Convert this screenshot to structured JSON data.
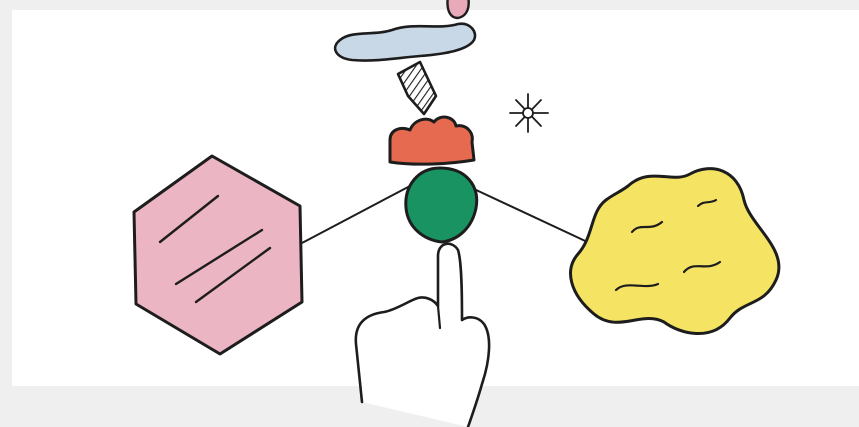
{
  "illustration": {
    "colors": {
      "page_background": "#efefef",
      "canvas": "#ffffff",
      "outline": "#1d1d1d",
      "hexagon_fill": "#ecb5c3",
      "blob_fill": "#f5e464",
      "green_node_fill": "#1a9362",
      "red_cloud_fill": "#e56a4f",
      "blue_cloud_fill": "#c9d8e6",
      "pink_top_fill": "#e8aab8"
    },
    "elements": [
      "pink-hexagon",
      "yellow-blob",
      "green-node",
      "red-cloud",
      "hatched-connector",
      "blue-cloud",
      "pink-top-shape",
      "sparkle-icon",
      "pointing-hand-icon"
    ]
  }
}
